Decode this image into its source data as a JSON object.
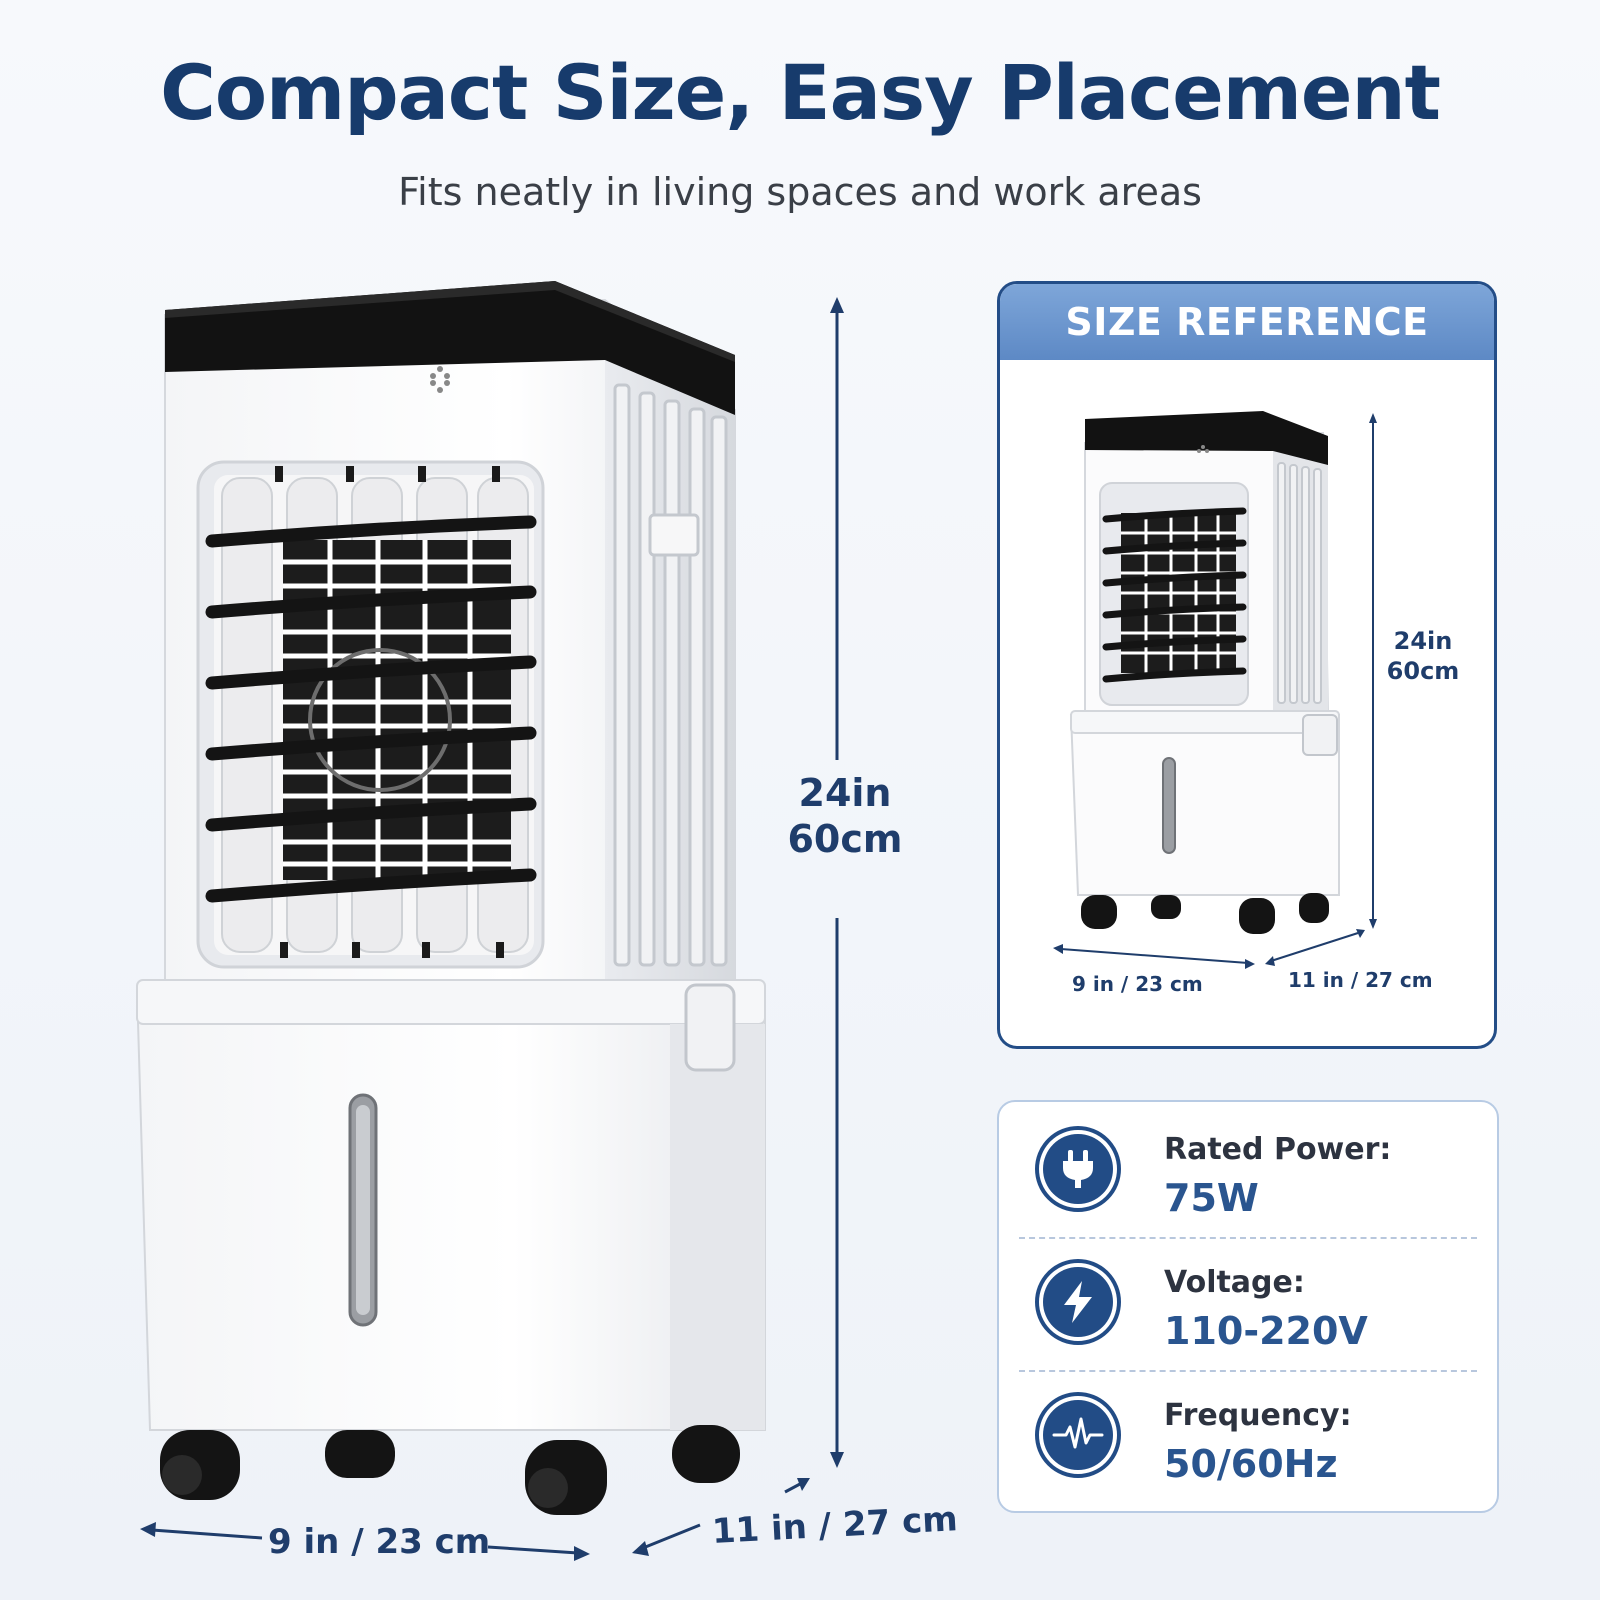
{
  "header": {
    "title": "Compact Size, Easy Placement",
    "subtitle": "Fits neatly in living spaces and work areas"
  },
  "main_dimensions": {
    "height_in": "24in",
    "height_cm": "60cm",
    "width": "9 in / 23 cm",
    "depth": "11 in / 27 cm"
  },
  "size_reference": {
    "heading": "SIZE REFERENCE",
    "height_in": "24in",
    "height_cm": "60cm",
    "width": "9 in / 23 cm",
    "depth": "11 in / 27 cm"
  },
  "specs": [
    {
      "label": "Rated Power:",
      "value": "75W",
      "icon": "plug-icon"
    },
    {
      "label": "Voltage:",
      "value": "110-220V",
      "icon": "lightning-icon"
    },
    {
      "label": "Frequency:",
      "value": "50/60Hz",
      "icon": "waveform-icon"
    }
  ],
  "colors": {
    "title": "#173b6c",
    "accent": "#224c86",
    "header_band": "#6b95cf",
    "unit_black": "#111111",
    "unit_white": "#ffffff"
  }
}
